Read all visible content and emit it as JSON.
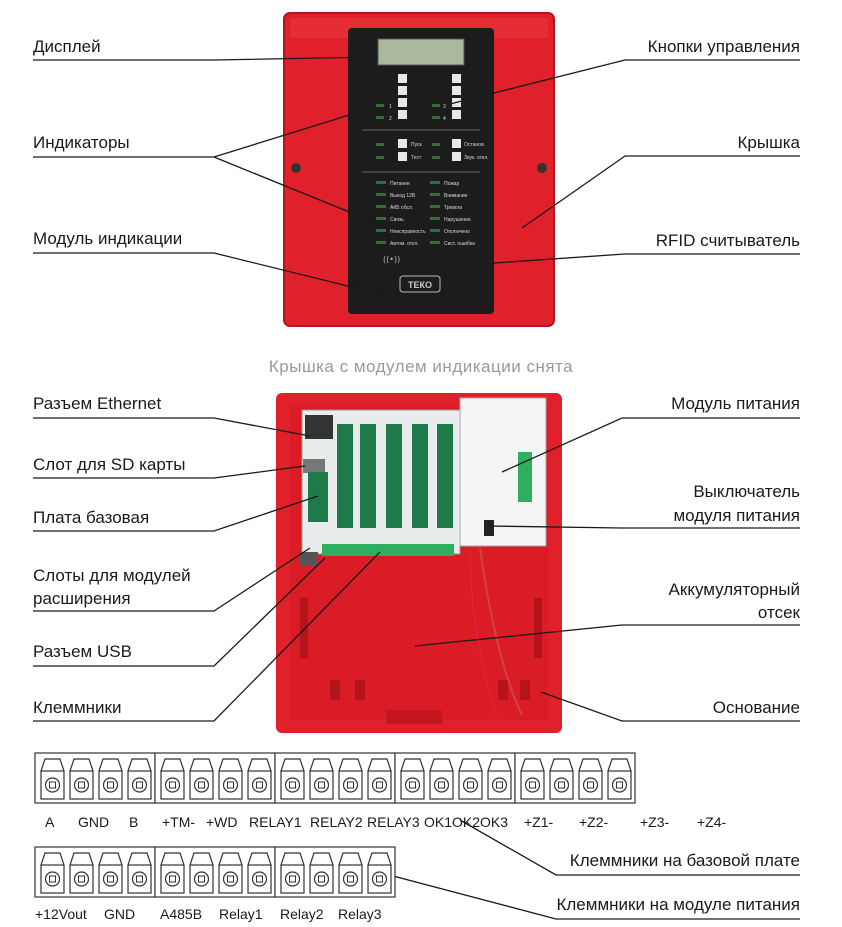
{
  "colors": {
    "enclosure": "#e0202a",
    "enclosure_dark": "#b5141c",
    "panel": "#1c1c1c",
    "display": "#a9b79a",
    "pcb_green": "#1f7a4a",
    "terminal_green": "#2fae5f"
  },
  "labels_left_top": {
    "display": "Дисплей",
    "indicators": "Индикаторы",
    "indication_module": "Модуль индикации"
  },
  "labels_right_top": {
    "control_buttons": "Кнопки управления",
    "cover": "Крышка",
    "rfid_reader": "RFID считыватель"
  },
  "caption": "Крышка с модулем индикации снята",
  "labels_left_bottom": {
    "ethernet": "Разъем Ethernet",
    "sd_slot": "Слот для SD карты",
    "base_board": "Плата базовая",
    "expansion_slots_1": "Слоты для модулей",
    "expansion_slots_2": "расширения",
    "usb": "Разъем USB",
    "terminals": "Клеммники"
  },
  "labels_right_bottom": {
    "power_module": "Модуль питания",
    "power_switch_1": "Выключатель",
    "power_switch_2": "модуля питания",
    "battery_1": "Аккумуляторный",
    "battery_2": "отсек",
    "base": "Основание"
  },
  "panel_indicators": {
    "right_buttons": [
      "Пуск",
      "Тест",
      "Останов.",
      "Звук. откл."
    ],
    "left_list": [
      "Питание",
      "Выход 12В",
      "АКБ обсл.",
      "Связь",
      "Неисправность",
      "Автом. откл."
    ],
    "right_list": [
      "Пожар",
      "Внимание",
      "Тревога",
      "Нарушение",
      "Отключено",
      "Сист. ошибка"
    ],
    "nav_left": [
      "1",
      "2"
    ],
    "nav_right": [
      "3",
      "4"
    ],
    "logo": "ТЕКО"
  },
  "base_terminal_labels": [
    "A",
    "GND",
    "B",
    "+TM-",
    "+WD",
    "RELAY1",
    "RELAY2",
    "RELAY3",
    "OK1",
    "OK2",
    "OK3",
    "+Z1-",
    "+Z2-",
    "+Z3-",
    "+Z4-"
  ],
  "power_terminal_labels": [
    "+12Vout",
    "GND",
    "A485B",
    "Relay1",
    "Relay2",
    "Relay3"
  ],
  "label_base_terminals": "Клеммники на базовой плате",
  "label_power_terminals": "Клеммники на модуле питания"
}
